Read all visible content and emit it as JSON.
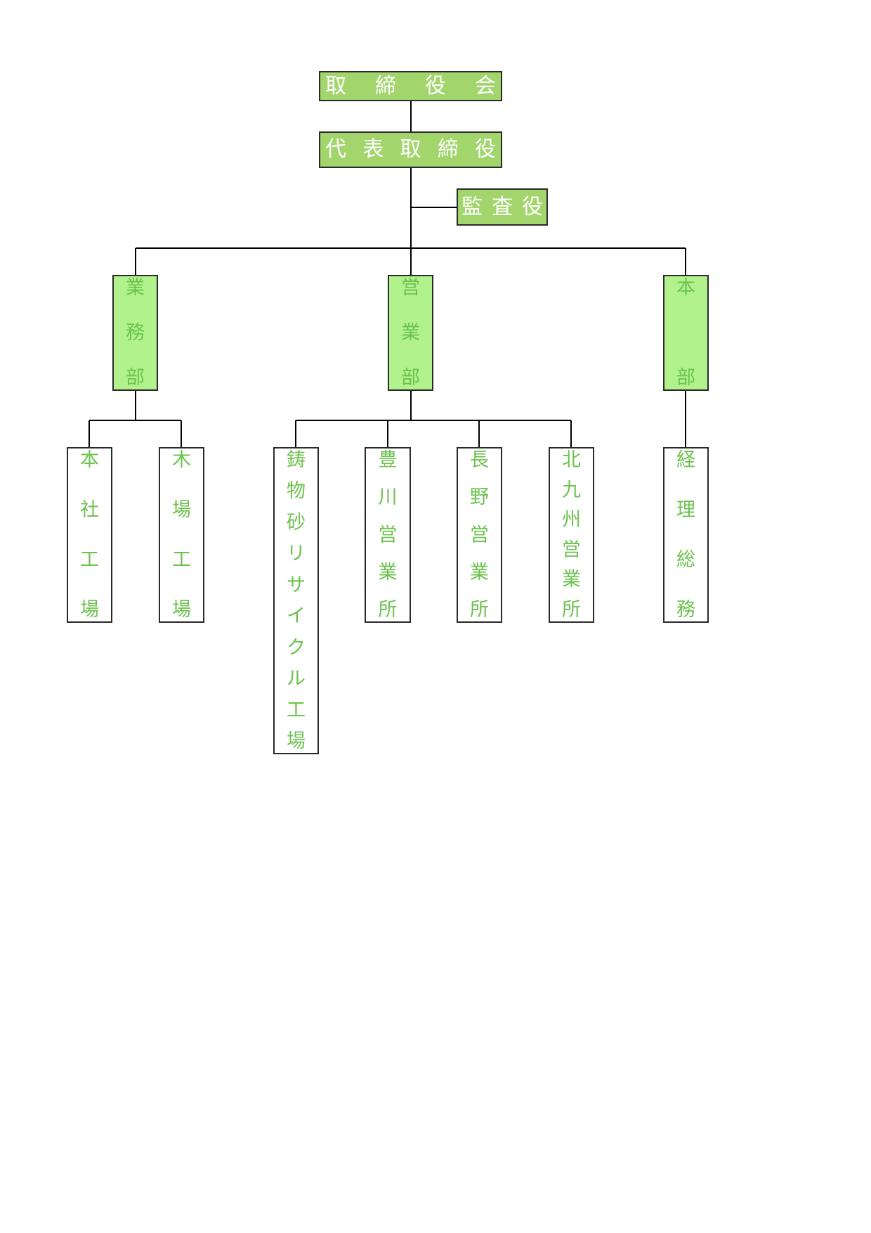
{
  "org_chart": {
    "board": "取締役会",
    "president": "代表取締役",
    "auditor": "監査役",
    "departments": [
      {
        "name": "業務部",
        "units": [
          "本社工場",
          "木場工場"
        ]
      },
      {
        "name": "営業部",
        "units": [
          "鋳物砂リサイクル工場",
          "豊川営業所",
          "長野営業所",
          "北九州営業所"
        ]
      },
      {
        "name": "本部",
        "units": [
          "経理総務"
        ]
      }
    ]
  },
  "colors": {
    "executive_fill": "#a2d56b",
    "department_fill": "#b1f28d",
    "label_green": "#6cc24e",
    "executive_text": "#ffffff"
  }
}
